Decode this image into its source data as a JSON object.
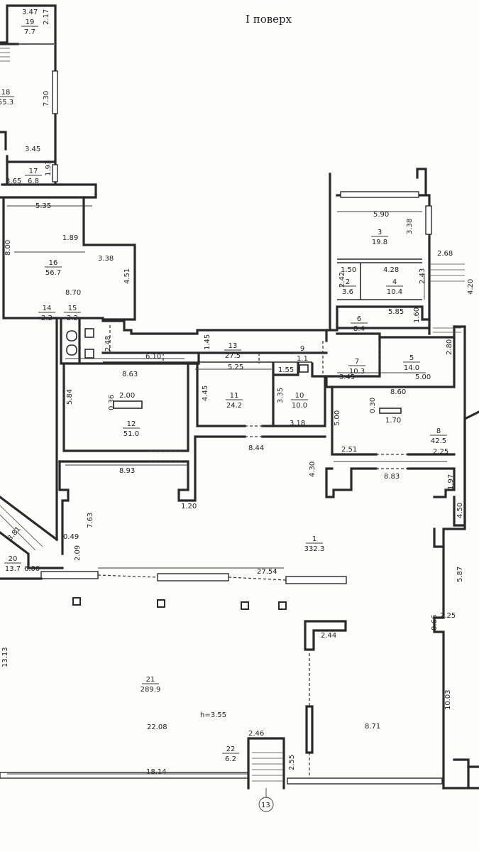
{
  "title": "I поверх",
  "height_note": "h=3.55",
  "axis_marker": "13",
  "rooms": [
    {
      "id": "19",
      "no": "19",
      "area": "7.7"
    },
    {
      "id": "18",
      "no": "18",
      "area": "55.3"
    },
    {
      "id": "17",
      "no": "17",
      "area": "6.8"
    },
    {
      "id": "16",
      "no": "16",
      "area": "56.7"
    },
    {
      "id": "14",
      "no": "14",
      "area": "2.2"
    },
    {
      "id": "15",
      "no": "15",
      "area": "2.2"
    },
    {
      "id": "13",
      "no": "13",
      "area": "27.5"
    },
    {
      "id": "12",
      "no": "12",
      "area": "51.0"
    },
    {
      "id": "11",
      "no": "11",
      "area": "24.2"
    },
    {
      "id": "10",
      "no": "10",
      "area": "10.0"
    },
    {
      "id": "9",
      "no": "9",
      "area": "1.1"
    },
    {
      "id": "3",
      "no": "3",
      "area": "19.8"
    },
    {
      "id": "2",
      "no": "2",
      "area": "3.6"
    },
    {
      "id": "4",
      "no": "4",
      "area": "10.4"
    },
    {
      "id": "6",
      "no": "6",
      "area": "8.4"
    },
    {
      "id": "7",
      "no": "7",
      "area": "10.3"
    },
    {
      "id": "5",
      "no": "5",
      "area": "14.0"
    },
    {
      "id": "8",
      "no": "8",
      "area": "42.5"
    },
    {
      "id": "1",
      "no": "1",
      "area": "332.3"
    },
    {
      "id": "20",
      "no": "20",
      "area": "13.7"
    },
    {
      "id": "21",
      "no": "21",
      "area": "289.9"
    },
    {
      "id": "22",
      "no": "22",
      "area": "6.2"
    }
  ],
  "dimensions": [
    "3.47",
    "2.17",
    "7.30",
    "3.45",
    "1.93",
    "3.65",
    "5.35",
    "1.89",
    "3.38",
    "8.00",
    "8.70",
    "4.51",
    "2.48",
    "1.45",
    "6.10",
    "8.63",
    "5.84",
    "2.00",
    "0.36",
    "8.93",
    "4.45",
    "5.25",
    "1.55",
    "3.35",
    "3.18",
    "8.44",
    "1.20",
    "5.90",
    "3.38",
    "1.50",
    "4.28",
    "2.43",
    "2.42",
    "2.68",
    "4.20",
    "5.85",
    "1.60",
    "2.80",
    "3.45",
    "5.00",
    "8.60",
    "5.00",
    "0.30",
    "1.70",
    "4.30",
    "2.51",
    "2.25",
    "8.83",
    "1.97",
    "4.50",
    "7.63",
    "0.49",
    "2.09",
    "3.81",
    "6.00",
    "27.54",
    "5.87",
    "2.25",
    "0.66",
    "2.44",
    "13.13",
    "22.08",
    "2.46",
    "2.55",
    "8.71",
    "10.03",
    "18.14"
  ]
}
